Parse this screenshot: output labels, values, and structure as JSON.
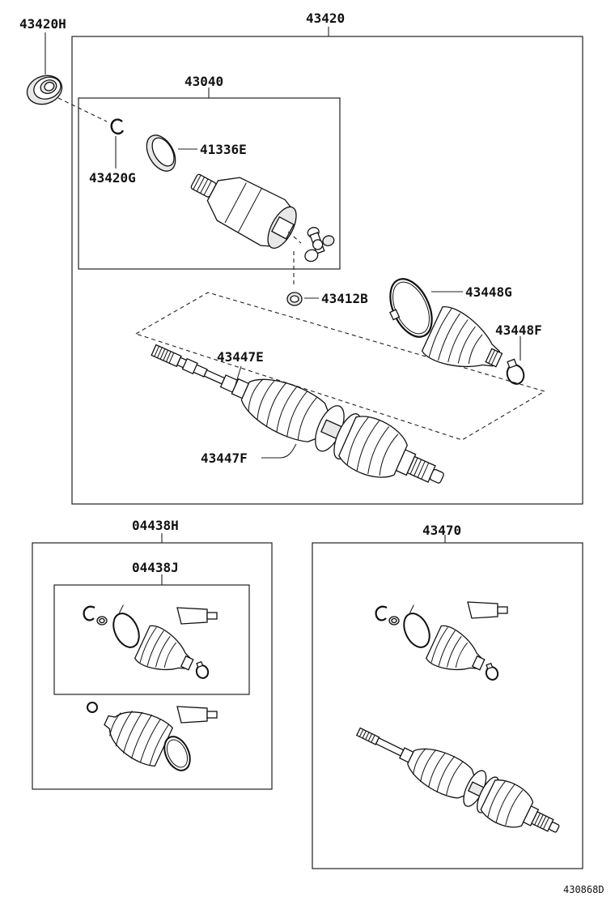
{
  "labels": {
    "assembly": "43420",
    "oil_seal": "43420H",
    "inner_joint": "43040",
    "snap_ring_inner": "41336E",
    "snap_ring_outer": "43420G",
    "circlip": "43412B",
    "boot_clamp_large_inner": "43448G",
    "boot_clamp_small_inner": "43448F",
    "boot_clamp_small_outer": "43447E",
    "boot_clamp_large_outer": "43447F",
    "boot_kit_outer": "04438H",
    "boot_kit_inner": "04438J",
    "shaft_assy_rh": "43470"
  },
  "ref_code": "430868D"
}
